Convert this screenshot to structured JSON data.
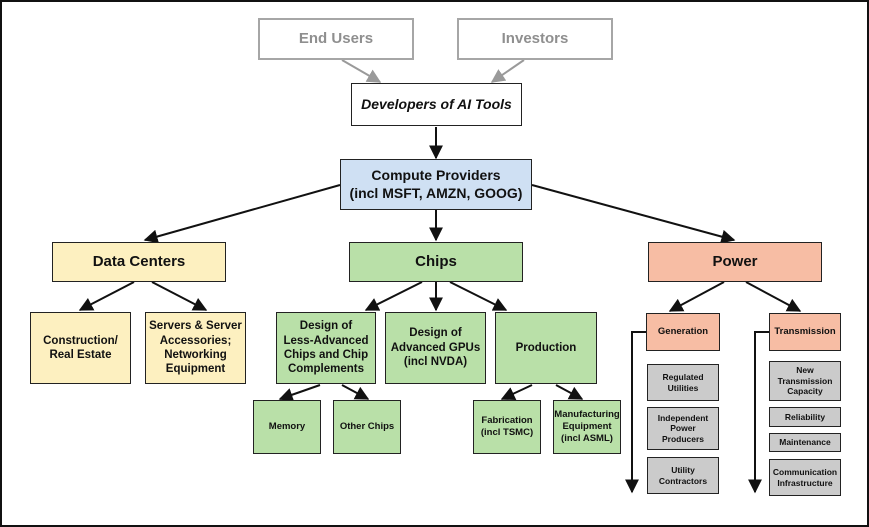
{
  "nodes": {
    "end_users": "End Users",
    "investors": "Investors",
    "developers": "Developers of AI Tools",
    "compute_line1": "Compute Providers",
    "compute_line2": "(incl MSFT, AMZN, GOOG)",
    "data_centers": "Data Centers",
    "chips": "Chips",
    "power": "Power",
    "construction_line1": "Construction/",
    "construction_line2": "Real Estate",
    "servers_line1": "Servers & Server",
    "servers_line2": "Accessories;",
    "servers_line3": "Networking",
    "servers_line4": "Equipment",
    "less_adv_line1": "Design of",
    "less_adv_line2": "Less-Advanced",
    "less_adv_line3": "Chips and Chip",
    "less_adv_line4": "Complements",
    "adv_gpu_line1": "Design of",
    "adv_gpu_line2": "Advanced GPUs",
    "adv_gpu_line3": "(incl NVDA)",
    "production": "Production",
    "memory": "Memory",
    "other_chips": "Other Chips",
    "fab_line1": "Fabrication",
    "fab_line2": "(incl TSMC)",
    "mfg_line1": "Manufacturing",
    "mfg_line2": "Equipment",
    "mfg_line3": "(incl ASML)",
    "generation": "Generation",
    "transmission": "Transmission",
    "regulated_line1": "Regulated",
    "regulated_line2": "Utilities",
    "ipp_line1": "Independent",
    "ipp_line2": "Power",
    "ipp_line3": "Producers",
    "utility_line1": "Utility",
    "utility_line2": "Contractors",
    "new_trans_line1": "New",
    "new_trans_line2": "Transmission",
    "new_trans_line3": "Capacity",
    "reliability": "Reliability",
    "maintenance": "Maintenance",
    "comm_line1": "Communication",
    "comm_line2": "Infrastructure"
  },
  "colors": {
    "outline": "#222222",
    "muted_outline": "#a6a6a6",
    "data_centers": "#fdf0c0",
    "chips": "#b9e0a8",
    "power": "#f7bda4",
    "power_sub": "#cbcbcb",
    "compute": "#cfe0f3"
  }
}
